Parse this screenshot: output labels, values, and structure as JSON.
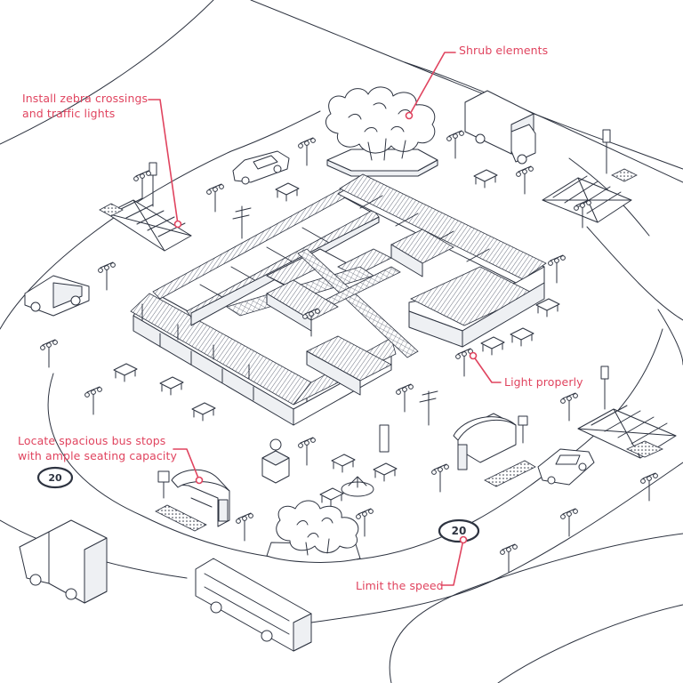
{
  "annotations": [
    {
      "id": "shrubs",
      "text": "Shrub elements"
    },
    {
      "id": "crossings",
      "text": "Install zebra crossings\nand traffic lights"
    },
    {
      "id": "lighting",
      "text": "Light properly"
    },
    {
      "id": "bus-stops",
      "text": "Locate spacious bus stops\nwith ample seating capacity"
    },
    {
      "id": "speed",
      "text": "Limit the speed"
    }
  ],
  "speed_signs": [
    {
      "id": "left",
      "text": "20"
    },
    {
      "id": "bottom",
      "text": "20"
    }
  ],
  "colors": {
    "annotation": "#e0445f",
    "linework": "#2d3340",
    "fill": "#eef0f3",
    "background": "#ffffff"
  }
}
